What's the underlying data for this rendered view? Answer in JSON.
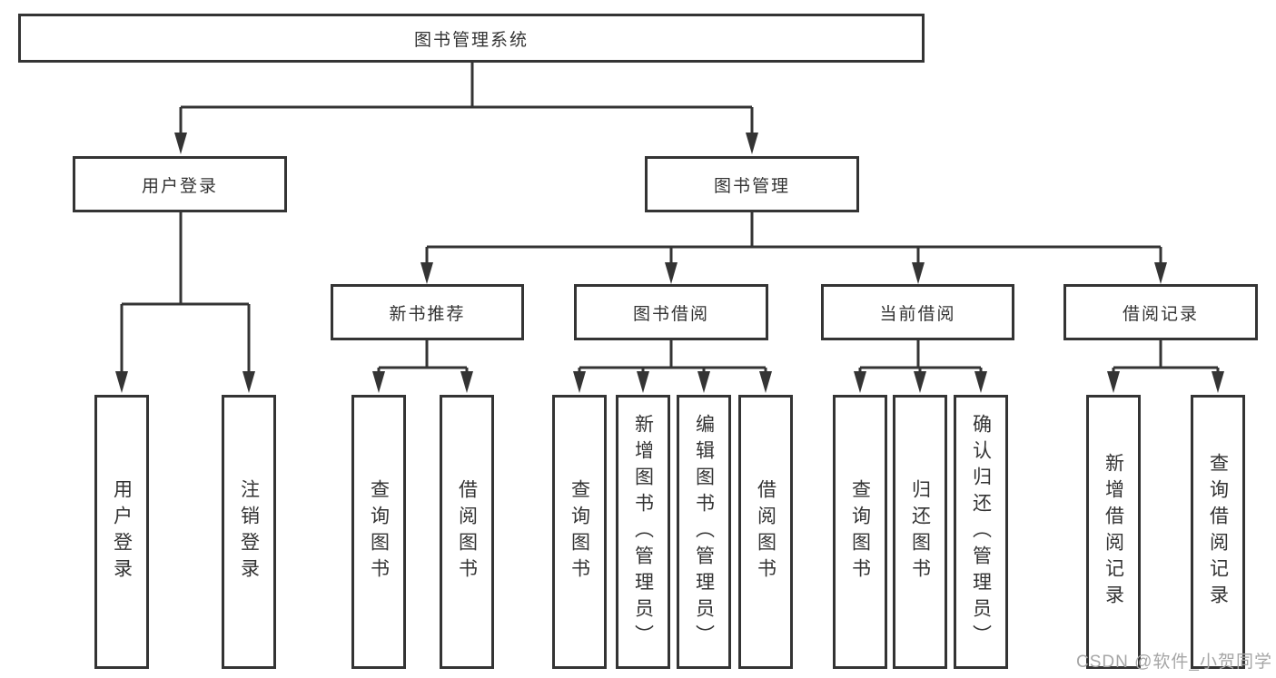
{
  "colors": {
    "stroke": "#343434",
    "text": "#333333",
    "watermark": "#a6a6a6",
    "background": "#ffffff"
  },
  "watermark": {
    "text": "CSDN @软件_小贺同学"
  },
  "tree": {
    "root": {
      "label": "图书管理系统"
    },
    "branches": [
      {
        "label": "用户登录",
        "leaves": [
          {
            "label": "用户登录"
          },
          {
            "label": "注销登录"
          }
        ]
      },
      {
        "label": "图书管理",
        "groups": [
          {
            "label": "新书推荐",
            "leaves": [
              {
                "label": "查询图书"
              },
              {
                "label": "借阅图书"
              }
            ]
          },
          {
            "label": "图书借阅",
            "leaves": [
              {
                "label": "查询图书"
              },
              {
                "label": "新增图书（管理员）"
              },
              {
                "label": "编辑图书（管理员）"
              },
              {
                "label": "借阅图书"
              }
            ]
          },
          {
            "label": "当前借阅",
            "leaves": [
              {
                "label": "查询图书"
              },
              {
                "label": "归还图书"
              },
              {
                "label": "确认归还（管理员）"
              }
            ]
          },
          {
            "label": "借阅记录",
            "leaves": [
              {
                "label": "新增借阅记录"
              },
              {
                "label": "查询借阅记录"
              }
            ]
          }
        ]
      }
    ]
  }
}
